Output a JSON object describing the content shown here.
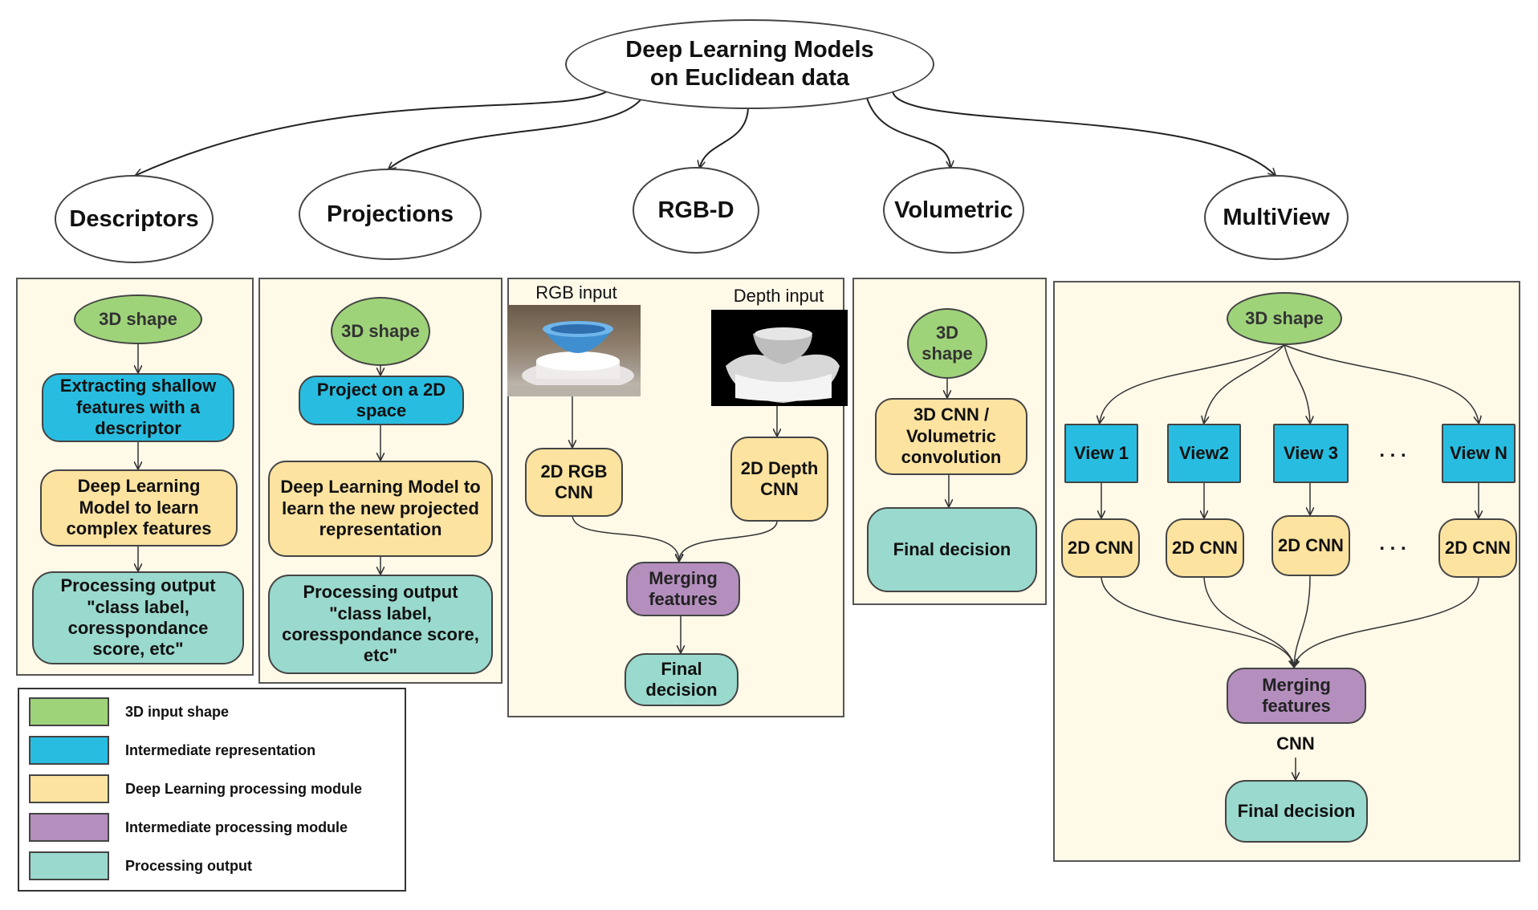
{
  "root": "Deep Learning Models\non Euclidean data",
  "categories": {
    "descriptors": "Descriptors",
    "projections": "Projections",
    "rgbd": "RGB-D",
    "volumetric": "Volumetric",
    "multiview": "MultiView"
  },
  "descriptors": {
    "shape": "3D shape",
    "step1": "Extracting shallow\nfeatures with a\ndescriptor",
    "step2": "Deep Learning\nModel to learn\ncomplex features",
    "output": "Processing output\n\"class label,\ncoresspondance\nscore, etc\""
  },
  "projections": {
    "shape": "3D shape",
    "step1": "Project on a 2D\nspace",
    "step2": "Deep Learning Model to\nlearn the new projected\nrepresentation",
    "output": "Processing output\n\"class label,\ncoresspondance score,\netc\""
  },
  "rgbd": {
    "rgb_label": "RGB input",
    "depth_label": "Depth input",
    "rgb_cnn": "2D RGB\nCNN",
    "depth_cnn": "2D Depth\nCNN",
    "merge": "Merging\nfeatures",
    "final": "Final\ndecision"
  },
  "volumetric": {
    "shape": "3D\nshape",
    "cnn": "3D CNN /\nVolumetric\nconvolution",
    "final": "Final decision"
  },
  "multiview": {
    "shape": "3D shape",
    "views": [
      "View 1",
      "View2",
      "View 3",
      "View N"
    ],
    "cnns": [
      "2D CNN",
      "2D CNN",
      "2D CNN",
      "2D CNN"
    ],
    "dots": ". . .",
    "merge": "Merging\nfeatures",
    "cnn_label": "CNN",
    "final": "Final decision"
  },
  "legend": [
    {
      "label": "3D input shape",
      "color": "#9fd37a"
    },
    {
      "label": "Intermediate representation",
      "color": "#28bde0"
    },
    {
      "label": "Deep Learning processing module",
      "color": "#fde3a0"
    },
    {
      "label": "Intermediate processing module",
      "color": "#b48fbe"
    },
    {
      "label": "Processing output",
      "color": "#9ad9cd"
    }
  ]
}
